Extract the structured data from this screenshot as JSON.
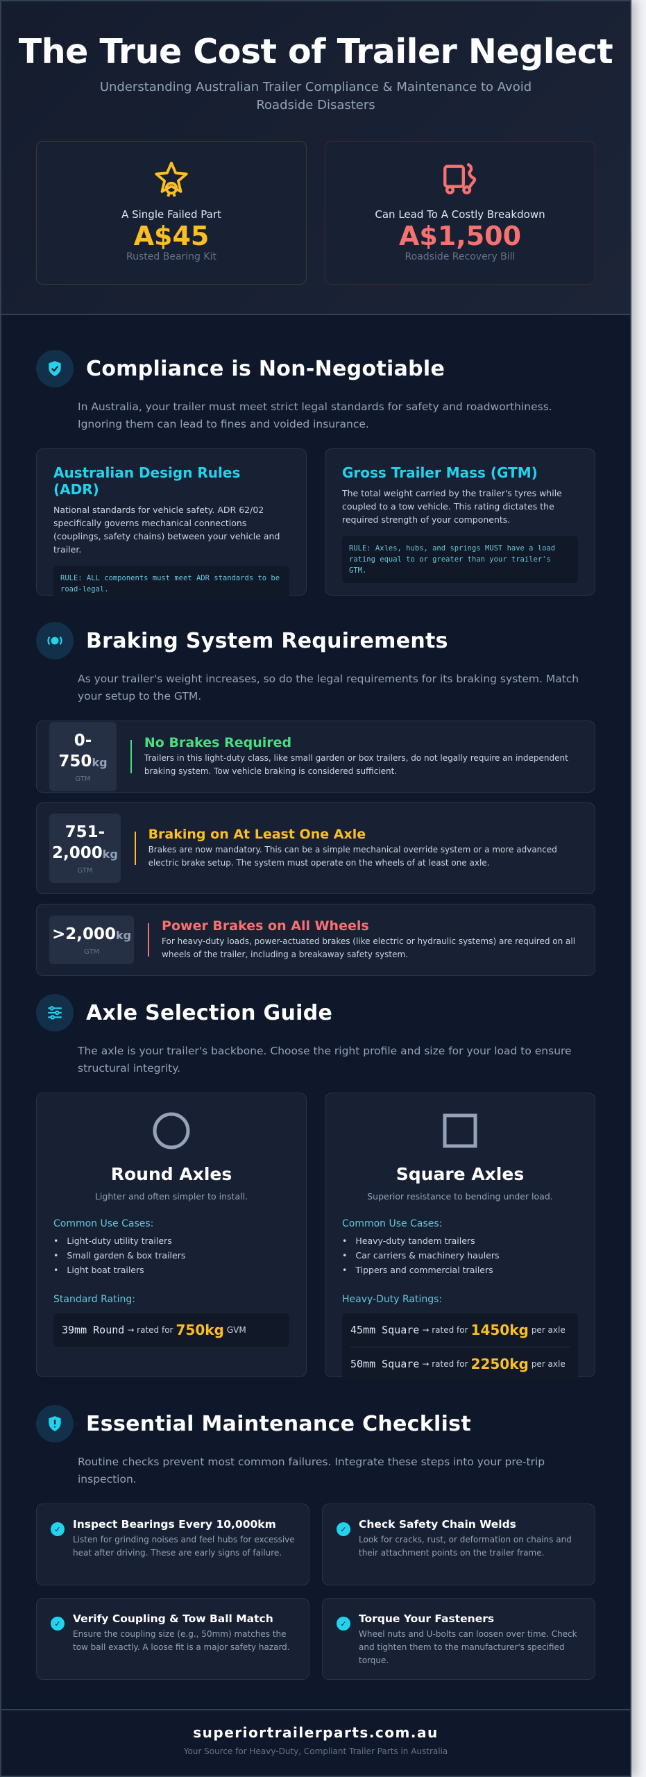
{
  "header": {
    "title": "The True Cost of Trailer Neglect",
    "subtitle": "Understanding Australian Trailer Compliance & Maintenance to Avoid Roadside Disasters"
  },
  "costs": [
    {
      "icon": "bearing-star-icon",
      "label": "A Single Failed Part",
      "amount": "A$45",
      "note": "Rusted Bearing Kit",
      "color": "#fbbf24"
    },
    {
      "icon": "tow-truck-icon",
      "label": "Can Lead To A Costly Breakdown",
      "amount": "A$1,500",
      "note": "Roadside Recovery Bill",
      "color": "#f87171"
    }
  ],
  "compliance": {
    "icon": "shield-check-icon",
    "title": "Compliance is Non-Negotiable",
    "desc": "In Australia, your trailer must meet strict legal standards for safety and roadworthiness. Ignoring them can lead to fines and voided insurance.",
    "cards": [
      {
        "title": "Australian Design Rules (ADR)",
        "text": "National standards for vehicle safety. ADR 62/02 specifically governs mechanical connections (couplings, safety chains) between your vehicle and trailer.",
        "rule": "RULE: ALL components must meet ADR standards to be road-legal."
      },
      {
        "title": "Gross Trailer Mass (GTM)",
        "text": "The total weight carried by the trailer's tyres while coupled to a tow vehicle. This rating dictates the required strength of your components.",
        "rule": "RULE: Axles, hubs, and springs MUST have a load rating equal to or greater than your trailer's GTM."
      }
    ]
  },
  "braking": {
    "icon": "brake-disc-icon",
    "title": "Braking System Requirements",
    "desc": "As your trailer's weight increases, so do the legal requirements for its braking system. Match your setup to the GTM.",
    "tiers": [
      {
        "range": "0-750",
        "unit": "kg",
        "gtm": "GTM",
        "title": "No Brakes Required",
        "text": "Trailers in this light-duty class, like small garden or box trailers, do not legally require an independent braking system. Tow vehicle braking is considered sufficient.",
        "color": "#4ade80"
      },
      {
        "range": "751-2,000",
        "unit": "kg",
        "gtm": "GTM",
        "title": "Braking on At Least One Axle",
        "text": "Brakes are now mandatory. This can be a simple mechanical override system or a more advanced electric brake setup. The system must operate on the wheels of at least one axle.",
        "color": "#fbbf24"
      },
      {
        "range": ">2,000",
        "unit": "kg",
        "gtm": "GTM",
        "title": "Power Brakes on All Wheels",
        "text": "For heavy-duty loads, power-actuated brakes (like electric or hydraulic systems) are required on all wheels of the trailer, including a breakaway safety system.",
        "color": "#f87171"
      }
    ]
  },
  "axles": {
    "icon": "sliders-icon",
    "title": "Axle Selection Guide",
    "desc": "The axle is your trailer's backbone. Choose the right profile and size for your load to ensure structural integrity.",
    "round": {
      "title": "Round Axles",
      "tagline": "Lighter and often simpler to install.",
      "uses_label": "Common Use Cases:",
      "uses": [
        "Light-duty utility trailers",
        "Small garden & box trailers",
        "Light boat trailers"
      ],
      "rating_label": "Standard Rating:",
      "ratings": [
        {
          "size": "39mm Round",
          "mid": "→ rated for",
          "value": "750kg",
          "suffix": "GVM"
        }
      ]
    },
    "square": {
      "title": "Square Axles",
      "tagline": "Superior resistance to bending under load.",
      "uses_label": "Common Use Cases:",
      "uses": [
        "Heavy-duty tandem trailers",
        "Car carriers & machinery haulers",
        "Tippers and commercial trailers"
      ],
      "rating_label": "Heavy-Duty Ratings:",
      "ratings": [
        {
          "size": "45mm Square",
          "mid": "→ rated for",
          "value": "1450kg",
          "suffix": "per axle"
        },
        {
          "size": "50mm Square",
          "mid": "→ rated for",
          "value": "2250kg",
          "suffix": "per axle"
        }
      ]
    }
  },
  "maintenance": {
    "icon": "shield-alert-icon",
    "title": "Essential Maintenance Checklist",
    "desc": "Routine checks prevent most common failures. Integrate these steps into your pre-trip inspection.",
    "check": "✓",
    "items": [
      {
        "title": "Inspect Bearings Every 10,000km",
        "text": "Listen for grinding noises and feel hubs for excessive heat after driving. These are early signs of failure."
      },
      {
        "title": "Check Safety Chain Welds",
        "text": "Look for cracks, rust, or deformation on chains and their attachment points on the trailer frame."
      },
      {
        "title": "Verify Coupling & Tow Ball Match",
        "text": "Ensure the coupling size (e.g., 50mm) matches the tow ball exactly. A loose fit is a major safety hazard."
      },
      {
        "title": "Torque Your Fasteners",
        "text": "Wheel nuts and U-bolts can loosen over time. Check and tighten them to the manufacturer's specified torque."
      }
    ]
  },
  "footer": {
    "url": "superiortrailerparts.com.au",
    "tagline": "Your Source for Heavy-Duty, Compliant Trailer Parts in Australia"
  },
  "colors": {
    "accent": "#22d3ee",
    "background": "#0f172a",
    "card": "#182033"
  }
}
